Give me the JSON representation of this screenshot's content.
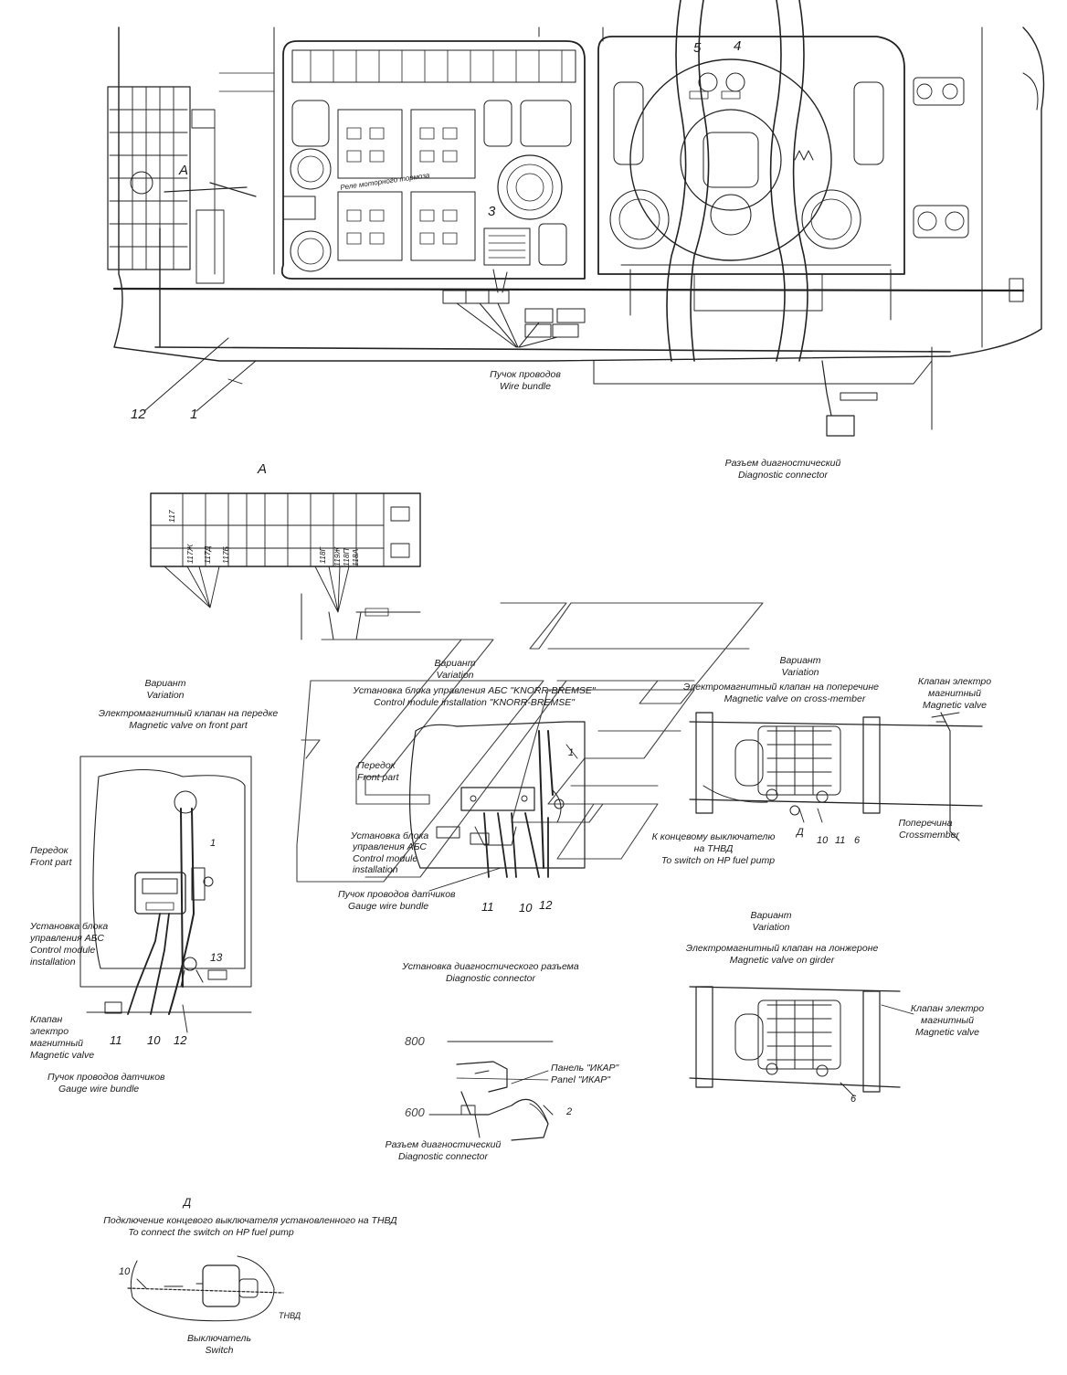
{
  "labels": {
    "wire_bundle_ru": "Пучок проводов",
    "wire_bundle_en": "Wire bundle",
    "diag_conn_ru": "Разъем диагностический",
    "diag_conn_en": "Diagnostic connector",
    "relay_text": "Реле моторного тормоза",
    "view_a": "А",
    "variation_ru": "Вариант",
    "variation_en": "Variation",
    "front_valve_ru": "Электромагнитный клапан на передке",
    "front_valve_en": "Magnetic valve on front part",
    "knorr_variation_ru": "Вариант",
    "knorr_variation_en": "Variation",
    "knorr_ru": "Установка блока управления АБС \"KNORR-BREMSE\"",
    "knorr_en": "Control module installation \"KNORR-BREMSE\"",
    "front_part_ru": "Передок",
    "front_part_en": "Front part",
    "ctrl_inst_ru_1": "Установка блока",
    "ctrl_inst_ru_2": "управления АБС",
    "ctrl_inst_en_1": "Control module",
    "ctrl_inst_en_2": "installation",
    "gauge_bundle_ru": "Пучок проводов датчиков",
    "gauge_bundle_en": "Gauge wire bundle",
    "cross_variation_ru": "Вариант",
    "cross_variation_en": "Variation",
    "cross_valve_ru": "Электромагнитный клапан на поперечине",
    "cross_valve_en": "Magnetic valve on cross-member",
    "valve_ru_1": "Клапан электро",
    "valve_ru_2": "магнитный",
    "valve_en": "Magnetic valve",
    "crossmember_ru": "Поперечина",
    "crossmember_en": "Crossmember",
    "to_switch_ru_1": "К концевому выключателю",
    "to_switch_ru_2": "на ТНВД",
    "to_switch_en": "To switch on HP fuel pump",
    "girder_variation_ru": "Вариант",
    "girder_variation_en": "Variation",
    "girder_valve_ru": "Электромагнитный клапан на лонжероне",
    "girder_valve_en": "Magnetic valve on girder",
    "girder_valve2_ru_1": "Клапан электро",
    "girder_valve2_ru_2": "магнитный",
    "girder_valve2_en": "Magnetic valve",
    "diag_install_ru": "Установка диагностического разъема",
    "diag_install_en": "Diagnostic connector",
    "panel_ru": "Панель \"ИКАР\"",
    "panel_en": "Panel \"ИКАР\"",
    "diag_conn2_ru": "Разъем диагностический",
    "diag_conn2_en": "Diagnostic connector",
    "left_front_ru": "Передок",
    "left_front_en": "Front part",
    "left_ctrl_ru_1": "Установка блока",
    "left_ctrl_ru_2": "управления АБС",
    "left_ctrl_en_1": "Control module",
    "left_ctrl_en_2": "installation",
    "left_valve_ru_1": "Клапан",
    "left_valve_ru_2": "электро",
    "left_valve_ru_3": "магнитный",
    "left_valve_en": "Magnetic valve",
    "left_gauge_ru": "Пучок проводов датчиков",
    "left_gauge_en": "Gauge wire bundle",
    "view_d": "Д",
    "switch_conn_ru": "Подключение концевого выключателя установленного на ТНВД",
    "switch_conn_en": "To connect the switch on HP fuel pump",
    "switch_ru": "Выключатель",
    "switch_en": "Switch",
    "tnvd": "ТНВД",
    "dim_800": "800",
    "dim_600": "600",
    "d_mark": "Д"
  },
  "fuses": [
    "117",
    "117Ж",
    "117Д",
    "117Б",
    "118Г",
    "119Ж",
    "118П",
    "118А"
  ],
  "numbers": {
    "n12": "12",
    "n1": "1",
    "n3": "3",
    "n4": "4",
    "n5": "5",
    "k1": "1",
    "k11": "11",
    "k10": "10",
    "k12": "12",
    "c10": "10",
    "c11": "11",
    "c6": "6",
    "g6": "6",
    "l1": "1",
    "l13": "13",
    "l11": "11",
    "l10": "10",
    "l12": "12",
    "p2": "2",
    "s10": "10"
  }
}
